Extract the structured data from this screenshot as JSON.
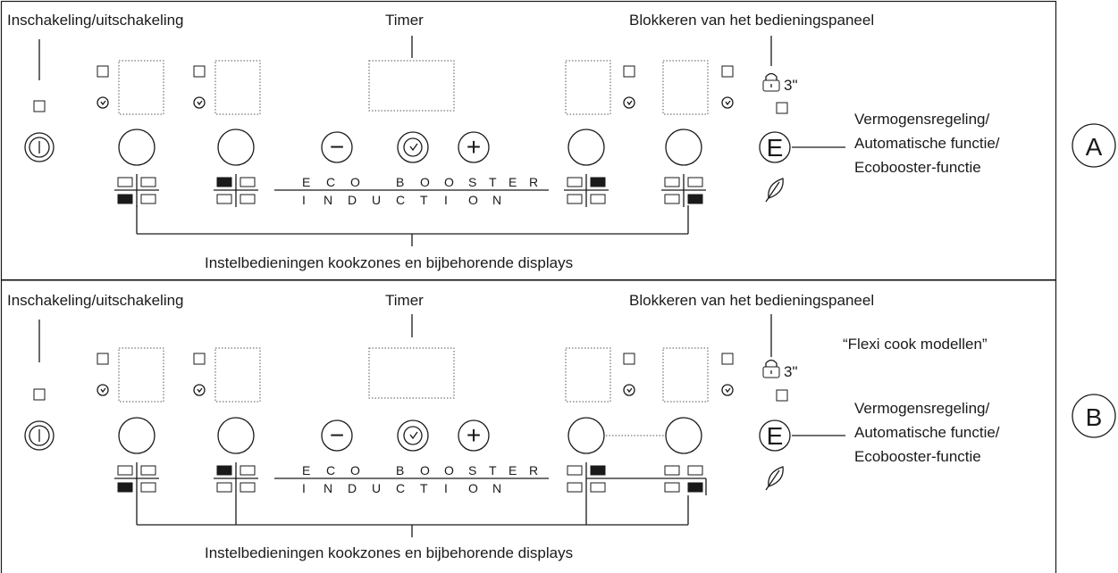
{
  "panel_a": {
    "label_power": "Inschakeling/uitschakeling",
    "label_timer": "Timer",
    "label_lock": "Blokkeren van het bedieningspaneel",
    "lock_time": "3\"",
    "label_power_regulation": [
      "Vermogensregeling/",
      "Automatische functie/",
      "Ecobooster-functie"
    ],
    "label_zones": "Instelbedieningen kookzones en bijbehorende displays",
    "brand_top": [
      "E",
      "C",
      "O",
      "B",
      "O",
      "O",
      "S",
      "T",
      "E",
      "R"
    ],
    "brand_bottom": [
      "I",
      "N",
      "D",
      "U",
      "C",
      "T",
      "I",
      "O",
      "N"
    ],
    "marker": "A"
  },
  "panel_b": {
    "label_power": "Inschakeling/uitschakeling",
    "label_timer": "Timer",
    "label_lock": "Blokkeren van het bedieningspaneel",
    "lock_time": "3\"",
    "label_flexi": "“Flexi cook modellen”",
    "label_power_regulation": [
      "Vermogensregeling/",
      "Automatische functie/",
      "Ecobooster-functie"
    ],
    "label_zones": "Instelbedieningen kookzones en bijbehorende displays",
    "brand_top": [
      "E",
      "C",
      "O",
      "B",
      "O",
      "O",
      "S",
      "T",
      "E",
      "R"
    ],
    "brand_bottom": [
      "I",
      "N",
      "D",
      "U",
      "C",
      "T",
      "I",
      "O",
      "N"
    ],
    "marker": "B"
  },
  "buttons": {
    "minus": "−",
    "plus": "+",
    "power_regulation": "E"
  }
}
